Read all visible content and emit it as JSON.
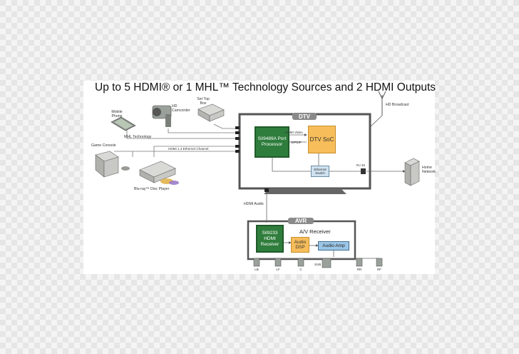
{
  "title": "Up to 5 HDMI® or 1 MHL™ Technology Sources and 2 HDMI Outputs",
  "sources": {
    "mobile_phone": "Mobile Phone",
    "hd_camcorder": "HD Camcorder",
    "set_top_box": "Set Top Box",
    "game_console": "Game Console",
    "bluray_player": "Blu-ray™ Disc Player"
  },
  "links": {
    "mhl_technology": "MHL Technology",
    "hdmi_ethernet": "HDMI 1.4 Ethernet Channel",
    "hdmi_video": "HDMI Video",
    "spdif": "S/PDIF",
    "rj45": "RJ 45",
    "hdmi_audio": "HDMI Audio"
  },
  "dtv": {
    "header": "DTV",
    "port_processor": "SiI9489A Port Processor",
    "soc": "DTV SoC",
    "ethernet_switch": "Ethernet Switch",
    "hd_broadcast": "HD Broadcast",
    "home_network": "Home Network"
  },
  "avr": {
    "header": "AVR",
    "hdmi_receiver": "SiI9233 HDMI Receiver",
    "av_receiver": "A/V Receiver",
    "audio_dsp": "Audio DSP",
    "audio_amp": "Audio Amp"
  },
  "speakers": [
    "LB",
    "LF",
    "C",
    "SUB",
    "RR",
    "RF"
  ],
  "colors": {
    "dtv_header": "#8a8a8a",
    "chip_green": "#2f7d3c",
    "soc_orange": "#f6bd5a",
    "ethernet_blue": "#cfe1ef",
    "amp_blue": "#9cc6e6",
    "dsp_orange": "#f6bd5a"
  }
}
